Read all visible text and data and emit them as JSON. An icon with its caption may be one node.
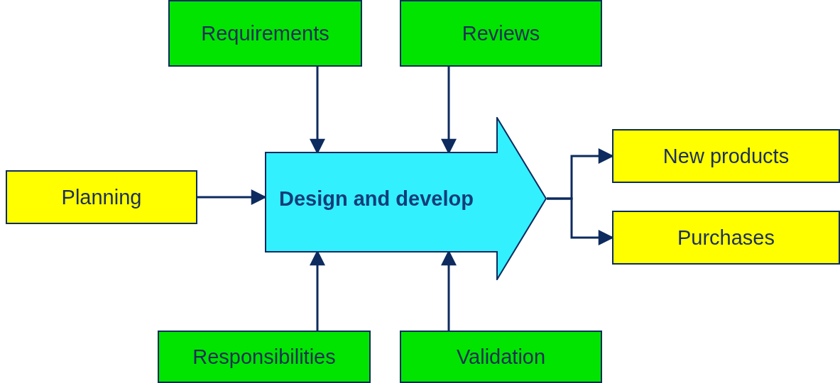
{
  "diagram": {
    "nodes": [
      {
        "text": [
          "Requirements"
        ]
      },
      {
        "text": [
          "Reviews"
        ]
      },
      {
        "text": [
          "Planning"
        ]
      },
      {
        "text": [
          "Design and develop"
        ]
      },
      {
        "text": [
          "New products"
        ]
      },
      {
        "text": [
          "Purchases"
        ]
      },
      {
        "text": [
          "Responsibilities"
        ]
      },
      {
        "text": [
          "Validation"
        ]
      }
    ],
    "edges": [
      {
        "from": 0,
        "to": 3,
        "arrow": "to"
      },
      {
        "from": 1,
        "to": 3,
        "arrow": "to"
      },
      {
        "from": 2,
        "to": 3,
        "arrow": "to"
      },
      {
        "from": 6,
        "to": 3,
        "arrow": "to"
      },
      {
        "from": 7,
        "to": 3,
        "arrow": "to"
      },
      {
        "from": 3,
        "to": 4,
        "arrow": "to"
      },
      {
        "from": 3,
        "to": 5,
        "arrow": "to"
      }
    ]
  }
}
